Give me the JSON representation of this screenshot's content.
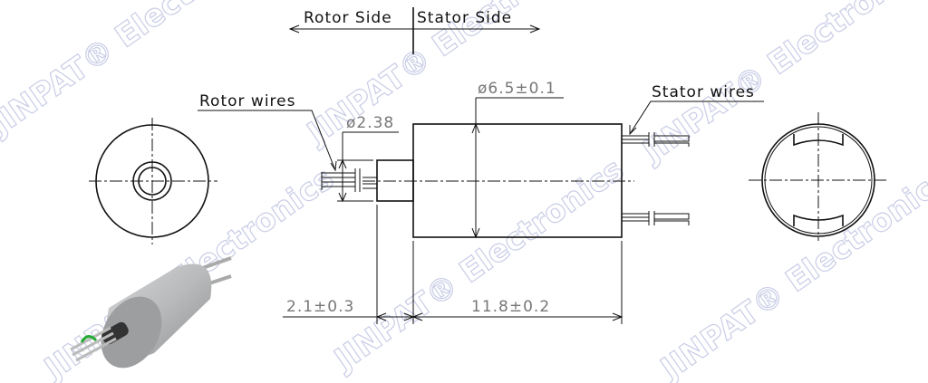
{
  "header": {
    "rotor_side": "Rotor Side",
    "stator_side": "Stator Side"
  },
  "labels": {
    "rotor_wires": "Rotor wires",
    "stator_wires": "Stator wires"
  },
  "dimensions": {
    "shaft_diameter": "ø2.38",
    "body_diameter": "ø6.5±0.1",
    "shaft_length": "2.1±0.3",
    "body_length": "11.8±0.2"
  },
  "watermark": "JINPAT® Electronics",
  "colors": {
    "line": "#111111",
    "dimension_text": "#777777",
    "watermark": "#c9cde6",
    "rotation_arrow": "#22aa33"
  }
}
